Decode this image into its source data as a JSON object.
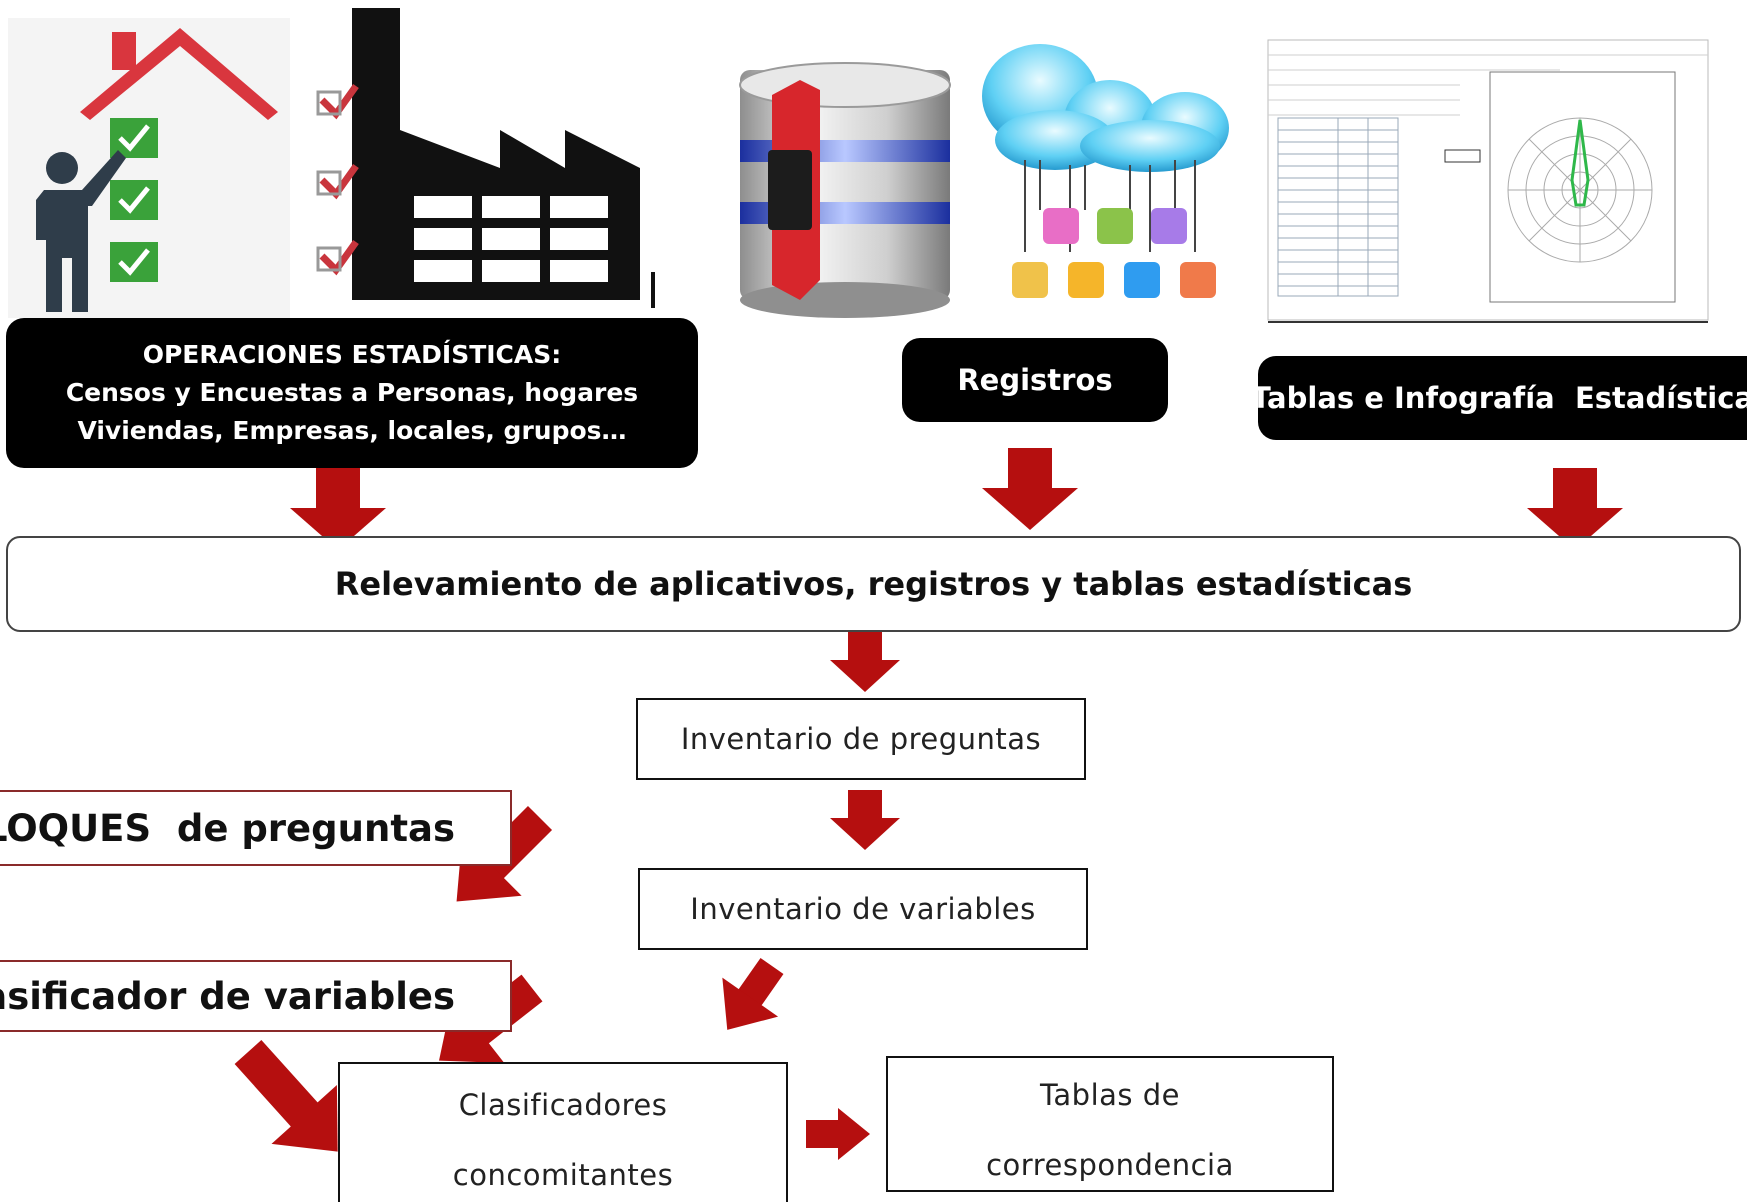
{
  "header": {
    "operaciones": {
      "title": "OPERACIONES ESTADÍSTICAS:",
      "line1": "Censos y Encuestas a Personas, hogares",
      "line2": "Viviendas, Empresas, locales, grupos…"
    },
    "registros": "Registros",
    "tablas": "Tablas e Infografía  Estadística"
  },
  "flow": {
    "relevamiento": "Relevamiento de aplicativos, registros y tablas estadísticas",
    "inventario_preguntas": "Inventario de preguntas",
    "bloques": "LOQUES  de preguntas",
    "inventario_variables": "Inventario de variables",
    "clasificador": "lasificador de variables",
    "clasificadores_line1": "Clasificadores",
    "clasificadores_line2": "concomitantes",
    "tablas_line1": "Tablas de",
    "tablas_line2": "correspondencia"
  },
  "colors": {
    "arrow": "#b50f0f",
    "box_border_red": "#8a2a2a",
    "check_green": "#3aa23a",
    "roof_red": "#d9363e"
  },
  "icons": [
    "house-checklist-icon",
    "factory-icon",
    "database-icon",
    "cloud-apps-icon",
    "spreadsheet-radar-chart-icon"
  ]
}
